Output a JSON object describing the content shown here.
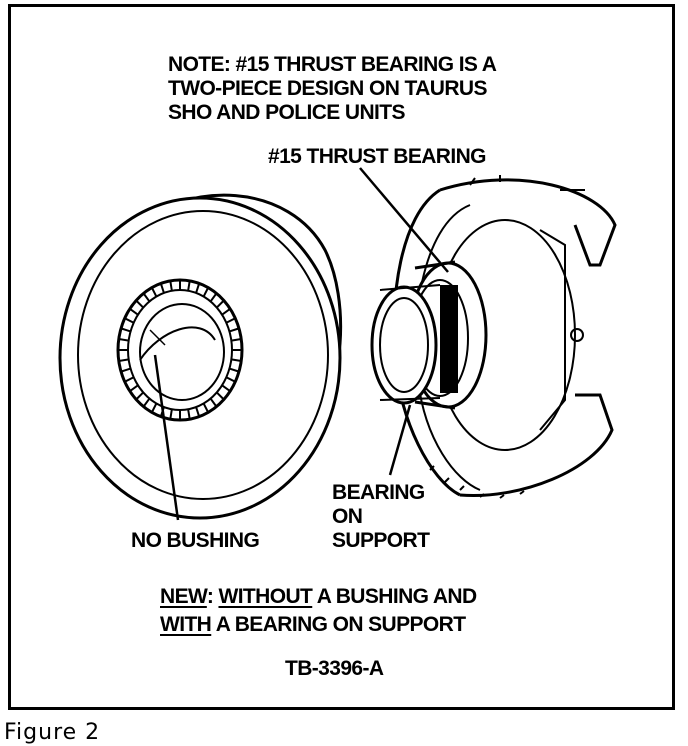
{
  "note": {
    "line1": "NOTE: #15 THRUST BEARING IS A",
    "line2": "TWO-PIECE DESIGN ON TAURUS",
    "line3": "SHO AND POLICE UNITS"
  },
  "labels": {
    "thrust_bearing": "#15 THRUST BEARING",
    "no_bushing": "NO BUSHING",
    "bearing_on_support_1": "BEARING",
    "bearing_on_support_2": "ON",
    "bearing_on_support_3": "SUPPORT"
  },
  "summary": {
    "new": "NEW",
    "sep1": ": ",
    "without": "WITHOUT",
    "rest1": " A BUSHING AND",
    "with": "WITH",
    "rest2": " A BEARING ON SUPPORT"
  },
  "part_number": "TB-3396-A",
  "caption": "Figure 2",
  "colors": {
    "ink": "#000000",
    "paper": "#ffffff"
  }
}
